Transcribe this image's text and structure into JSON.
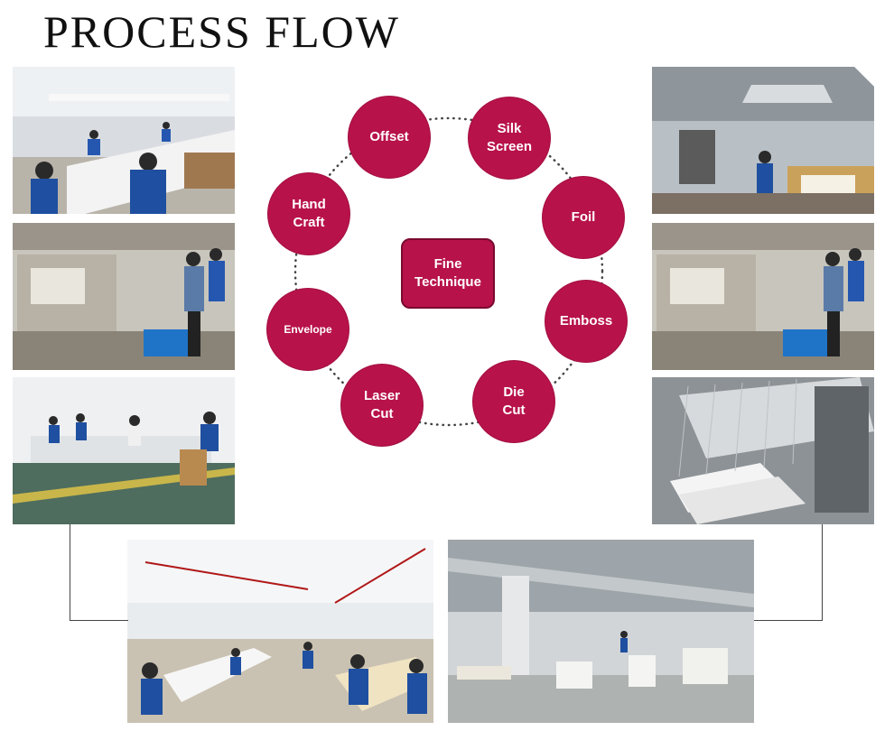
{
  "title": "PROCESS FLOW",
  "center": "Fine\nTechnique",
  "nodes": [
    {
      "id": "offset",
      "label": "Offset"
    },
    {
      "id": "silk-screen",
      "label": "Silk\nScreen"
    },
    {
      "id": "foil",
      "label": "Foil"
    },
    {
      "id": "emboss",
      "label": "Emboss"
    },
    {
      "id": "die-cut",
      "label": "Die\nCut"
    },
    {
      "id": "laser-cut",
      "label": "Laser\nCut"
    },
    {
      "id": "envelope",
      "label": "Envelope"
    },
    {
      "id": "hand-craft",
      "label": "Hand\nCraft"
    }
  ],
  "colors": {
    "accent": "#b8124a",
    "ring": "#444444"
  }
}
